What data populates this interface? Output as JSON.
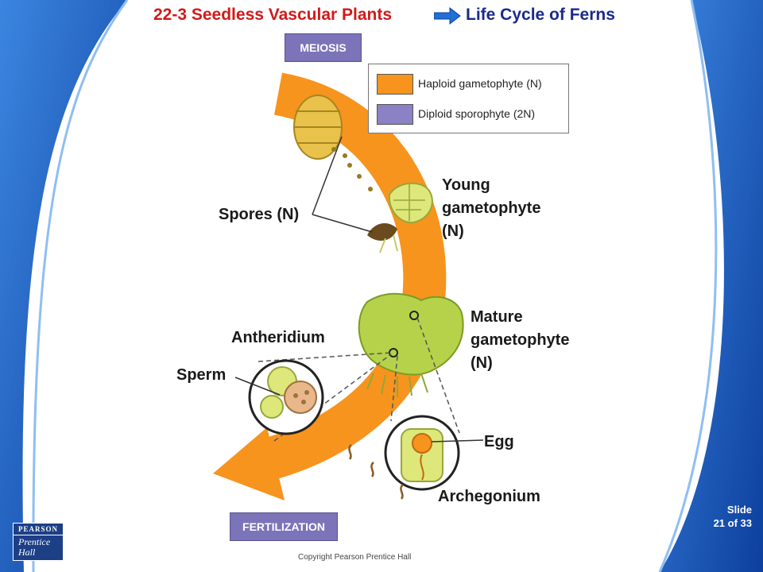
{
  "header": {
    "section": "22-3 Seedless Vascular Plants",
    "topic": "Life Cycle of Ferns"
  },
  "stages": {
    "meiosis": "MEIOSIS",
    "fertilization": "FERTILIZATION"
  },
  "legend": {
    "items": [
      {
        "label": "Haploid gametophyte (N)",
        "color": "#f7941d"
      },
      {
        "label": "Diploid sporophyte (2N)",
        "color": "#8a82c4"
      }
    ]
  },
  "labels": {
    "spores": "Spores (N)",
    "young_gametophyte": [
      "Young",
      "gametophyte",
      "(N)"
    ],
    "mature_gametophyte": [
      "Mature",
      "gametophyte",
      "(N)"
    ],
    "antheridium": "Antheridium",
    "sperm": "Sperm",
    "egg": "Egg",
    "archegonium": "Archegonium"
  },
  "footer": {
    "copyright": "Copyright Pearson Prentice Hall",
    "slide_line1": "Slide",
    "slide_line2": "21 of 33",
    "publisher_top": "PEARSON",
    "publisher_line1": "Prentice",
    "publisher_line2": "Hall"
  },
  "colors": {
    "haploid": "#f7941d",
    "diploid": "#8a82c4",
    "title_red": "#d11a1a",
    "title_blue": "#1a2a8c",
    "background_blue": "#1c5fc4"
  }
}
